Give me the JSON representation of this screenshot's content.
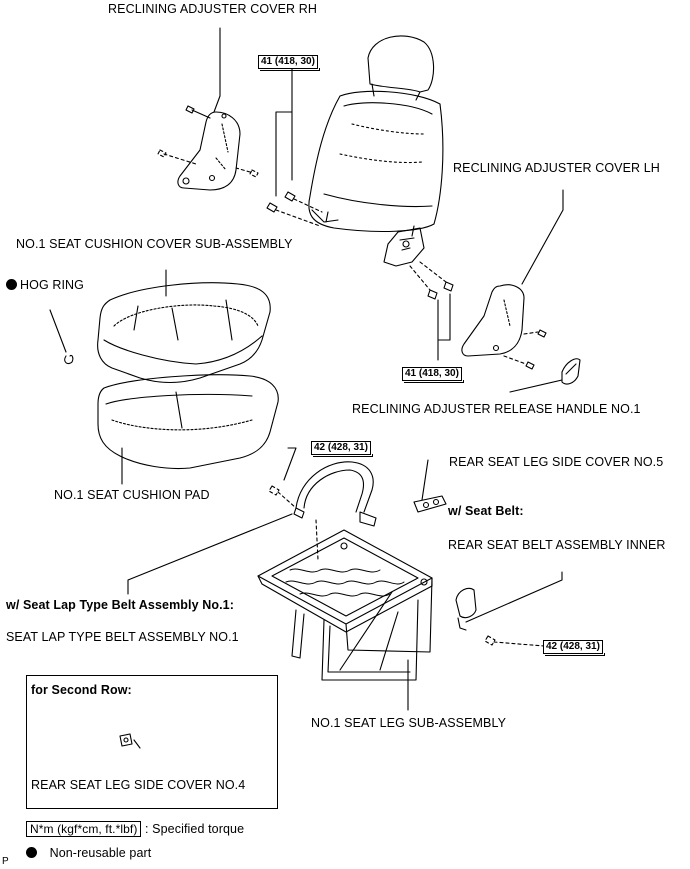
{
  "labels": {
    "reclining_cover_rh": "RECLINING ADJUSTER COVER RH",
    "reclining_cover_lh": "RECLINING ADJUSTER COVER LH",
    "seat_cushion_cover": "NO.1 SEAT CUSHION COVER SUB-ASSEMBLY",
    "hog_ring": "HOG RING",
    "release_handle": "RECLINING ADJUSTER RELEASE HANDLE NO.1",
    "seat_cushion_pad": "NO.1 SEAT CUSHION PAD",
    "leg_side_cover_5": "REAR SEAT LEG SIDE COVER NO.5",
    "with_seat_belt": "w/ Seat Belt:",
    "belt_inner": "REAR SEAT BELT ASSEMBLY INNER",
    "with_lap_belt": "w/ Seat Lap Type Belt Assembly No.1:",
    "lap_belt": "SEAT LAP TYPE BELT ASSEMBLY NO.1",
    "seat_leg": "NO.1 SEAT LEG SUB-ASSEMBLY",
    "for_second_row": "for Second Row:",
    "leg_side_cover_4": "REAR SEAT LEG SIDE COVER NO.4"
  },
  "torques": {
    "t41a": "41 (418, 30)",
    "t41b": "41 (418, 30)",
    "t42a": "42 (428, 31)",
    "t42b": "42 (428, 31)"
  },
  "legend": {
    "torque_box": "N*m (kgf*cm, ft.*lbf)",
    "torque_text": ": Specified torque",
    "nonreusable_text": "Non-reusable part"
  },
  "corner_mark": "P"
}
